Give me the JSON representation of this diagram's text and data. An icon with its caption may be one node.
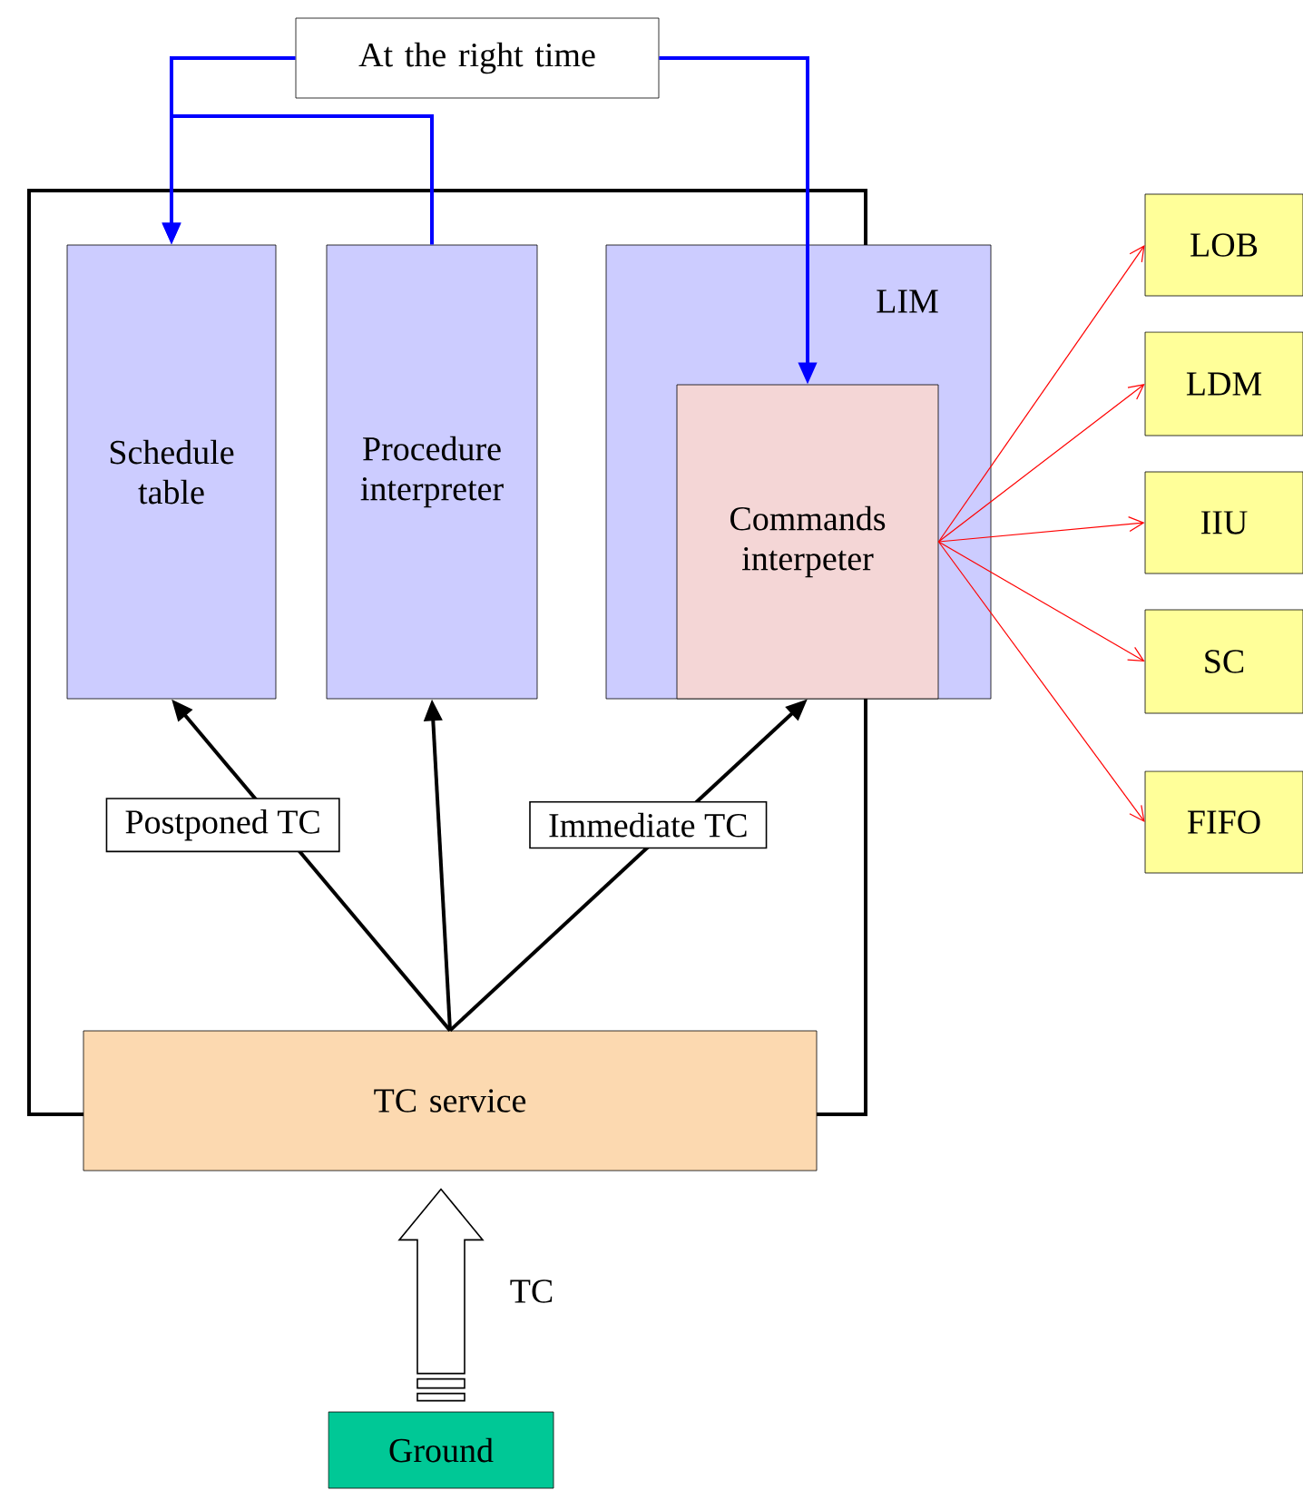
{
  "diagram": {
    "nodes": [
      {
        "text": [
          "At the right time"
        ]
      },
      {
        "text": [],
        "shape": "box"
      },
      {
        "text": [
          "Schedule table"
        ],
        "in": 1
      },
      {
        "text": [
          "Procedure interpreter"
        ],
        "in": 1
      },
      {
        "text": [
          "LIM"
        ]
      },
      {
        "text": [
          "Commands interpeter"
        ],
        "in": 4
      },
      {
        "text": [
          "TC service"
        ]
      },
      {
        "text": [
          "Ground"
        ]
      },
      {
        "text": [
          "LOB"
        ]
      },
      {
        "text": [
          "LDM"
        ]
      },
      {
        "text": [
          "IIU"
        ]
      },
      {
        "text": [
          "SC"
        ]
      },
      {
        "text": [
          "FIFO"
        ]
      }
    ],
    "edges": [
      {
        "from": 0,
        "to": 2,
        "arrow": "to",
        "color": "#0000ff"
      },
      {
        "from": 3,
        "to": 2,
        "arrow": "to",
        "color": "#0000ff"
      },
      {
        "from": 0,
        "to": 5,
        "arrow": "to",
        "color": "#0000ff"
      },
      {
        "from": 6,
        "to": 2,
        "arrow": "to",
        "color": "#000000",
        "label": "Postponed TC"
      },
      {
        "from": 6,
        "to": 3,
        "arrow": "to",
        "color": "#000000"
      },
      {
        "from": 6,
        "to": 5,
        "arrow": "to",
        "color": "#000000",
        "label": "Immediate TC"
      },
      {
        "from": 5,
        "to": 8,
        "arrow": "to",
        "color": "#ff0000"
      },
      {
        "from": 5,
        "to": 9,
        "arrow": "to",
        "color": "#ff0000"
      },
      {
        "from": 5,
        "to": 10,
        "arrow": "to",
        "color": "#ff0000"
      },
      {
        "from": 5,
        "to": 11,
        "arrow": "to",
        "color": "#ff0000"
      },
      {
        "from": 5,
        "to": 12,
        "arrow": "to",
        "color": "#ff0000"
      },
      {
        "from": 7,
        "to": 6,
        "arrow": "to",
        "color": "#ffffff",
        "label": "TC"
      }
    ]
  }
}
